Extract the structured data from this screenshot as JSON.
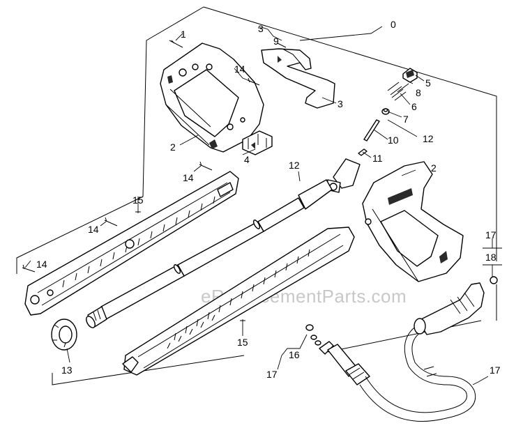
{
  "watermark": "eReplacementParts.com",
  "callouts": {
    "c0": "0",
    "c1": "1",
    "c2a": "2",
    "c2b": "2",
    "c3a": "3",
    "c3b": "3",
    "c4": "4",
    "c5": "5",
    "c6": "6",
    "c7": "7",
    "c8": "8",
    "c9": "9",
    "c10": "10",
    "c11": "11",
    "c12a": "12",
    "c12b": "12",
    "c13": "13",
    "c14a": "14",
    "c14b": "14",
    "c14c": "14",
    "c14d": "14",
    "c15a": "15",
    "c15b": "15",
    "c16": "16",
    "c17a": "17",
    "c17b": "17",
    "c17c": "17",
    "c18": "18"
  }
}
